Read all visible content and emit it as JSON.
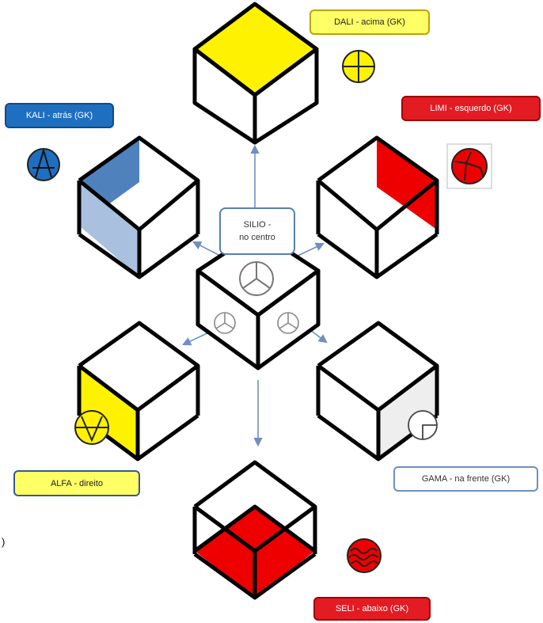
{
  "labels": {
    "dali": "DALI - acima (GK)",
    "limi": "LIMI - esquerdo (GK)",
    "kali": "KALI - atrás (GK)",
    "silio_line1": "SILIO -",
    "silio_line2": "no centro",
    "alfa": "ALFA - direito",
    "gama": "GAMA - na frente (GK)",
    "seli": "SELI - abaixo (GK)"
  },
  "stray_text": ")",
  "colors": {
    "yellow": "#fff200",
    "red": "#ee0000",
    "blue": "#4f81bd",
    "label_yellow_bg": "#ffff66",
    "label_blue_bg": "#1f6fc0",
    "label_red_bg": "#e31b23",
    "arrow": "#6f8fbf",
    "gray_face": "#eeeeee"
  },
  "icons": {
    "dali": "circle-cross-icon",
    "limi": "circle-branch-icon",
    "kali": "circle-a-icon",
    "silio": "circle-tri-icon",
    "alfa": "circle-v-icon",
    "gama": "circle-corner-icon",
    "seli": "circle-waves-icon"
  }
}
